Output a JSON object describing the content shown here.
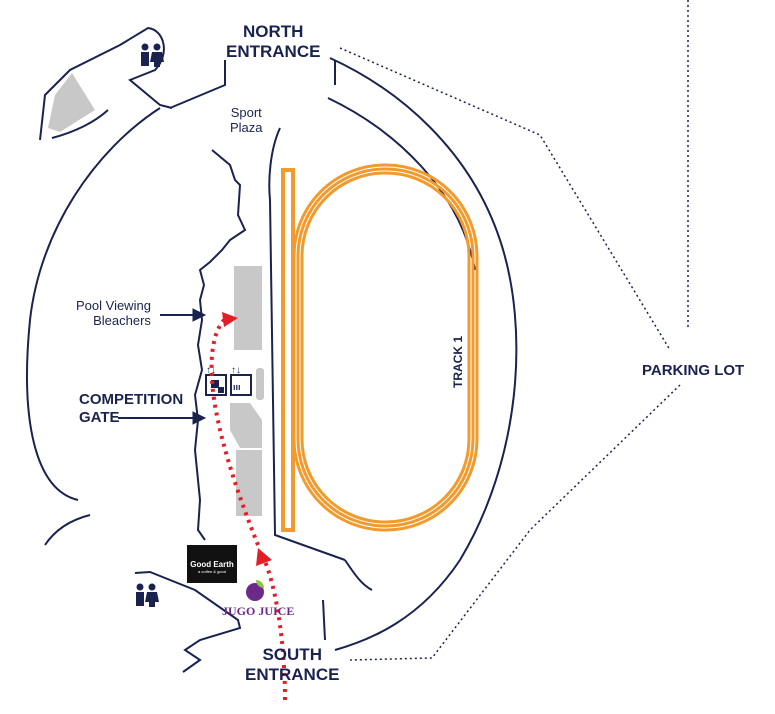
{
  "labels": {
    "north_entrance": [
      "NORTH",
      "ENTRANCE"
    ],
    "south_entrance": [
      "SOUTH",
      "ENTRANCE"
    ],
    "sport_plaza": [
      "Sport",
      "Plaza"
    ],
    "pool_viewing": [
      "Pool Viewing",
      "Bleachers"
    ],
    "competition_gate": [
      "COMPETITION",
      "GATE"
    ],
    "parking_lot": "PARKING LOT",
    "track": "TRACK 1"
  },
  "logos": {
    "good_earth": [
      "Good Earth",
      "a coffee & good"
    ],
    "jugo_juice": "JUGO JUICE"
  },
  "icons": [
    "restroom-icon",
    "elevator-icon",
    "arrow-icon"
  ],
  "colors": {
    "navy": "#1a2350",
    "track_orange": "#f39a2d",
    "route_red": "#e41e26",
    "gray": "#c8c8c8"
  }
}
